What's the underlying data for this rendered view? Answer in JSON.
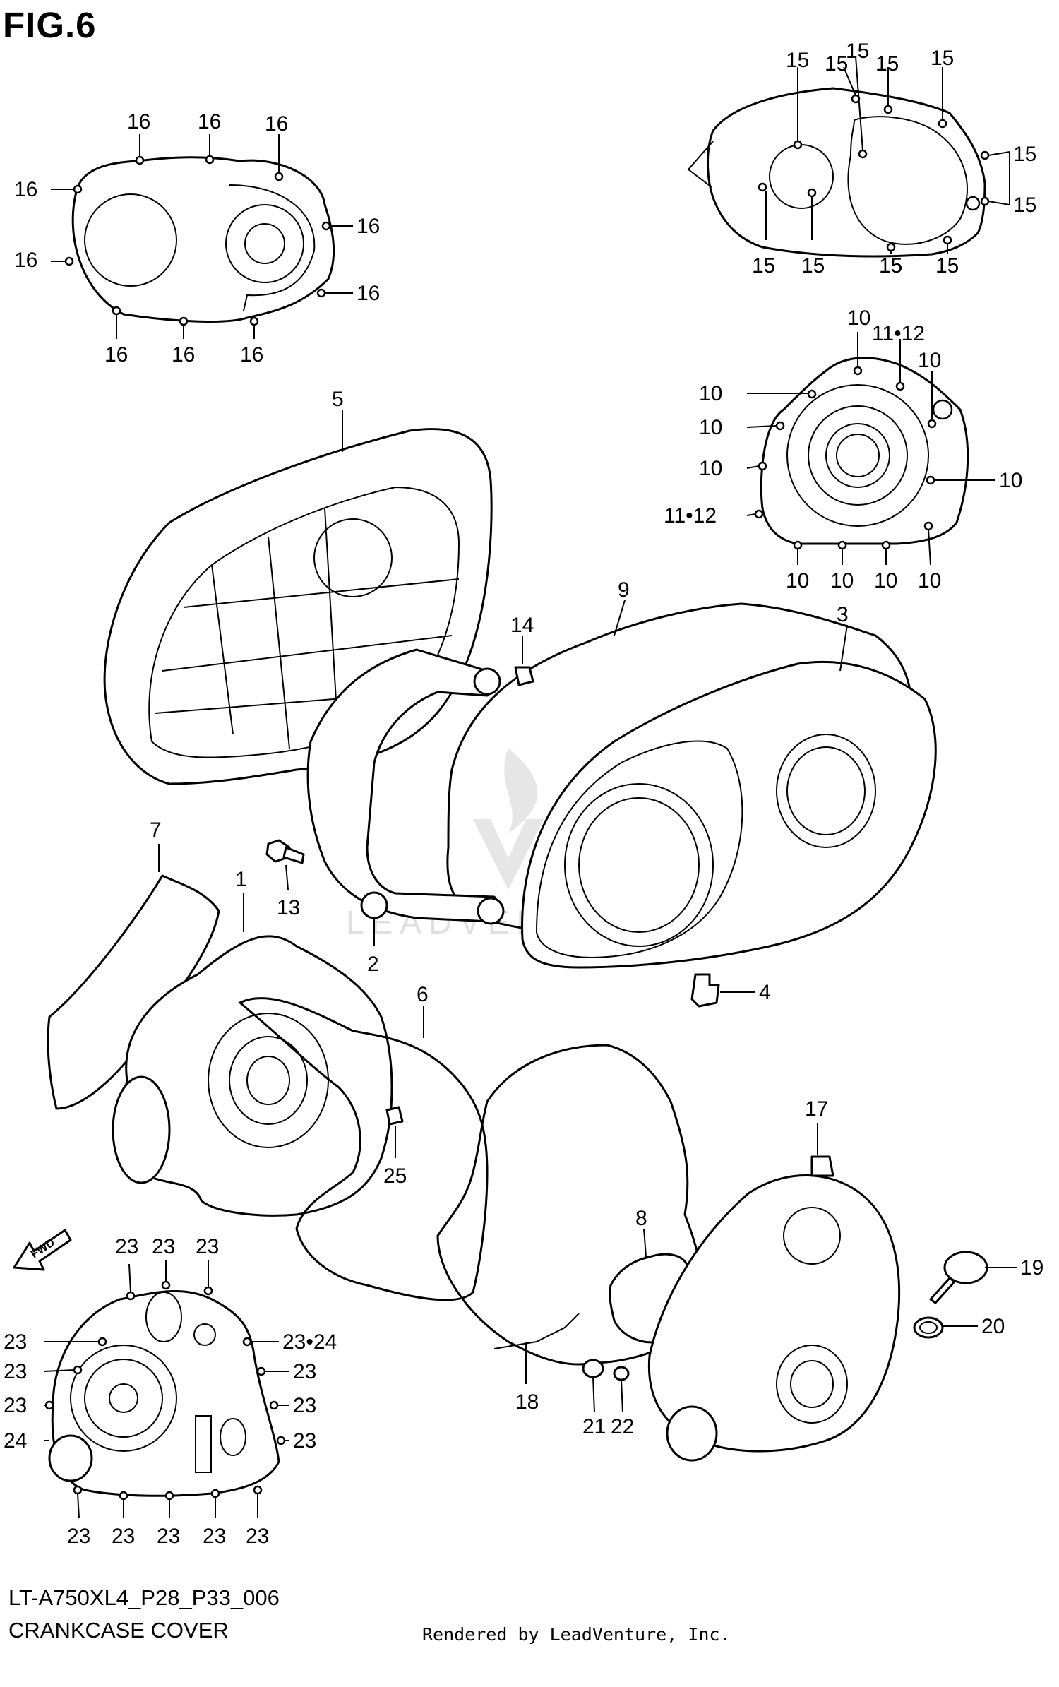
{
  "figure_title": "FIG.6",
  "model_code": "LT-A750XL4_P28_P33_006",
  "section_name": "CRANKCASE COVER",
  "render_credit": "Rendered by LeadVenture, Inc.",
  "watermark_text": "LEADVENTURE",
  "fwd_label": "FWD",
  "callouts": {
    "c1": "1",
    "c2": "2",
    "c3": "3",
    "c4": "4",
    "c5": "5",
    "c6": "6",
    "c7": "7",
    "c8": "8",
    "c9": "9",
    "c13": "13",
    "c14": "14",
    "c17": "17",
    "c18": "18",
    "c19": "19",
    "c20": "20",
    "c21": "21",
    "c22": "22",
    "c25": "25",
    "p16": "16",
    "p15": "15",
    "p10": "10",
    "p11_12": "11•12",
    "p23": "23",
    "p24": "24",
    "p23_24": "23•24"
  }
}
